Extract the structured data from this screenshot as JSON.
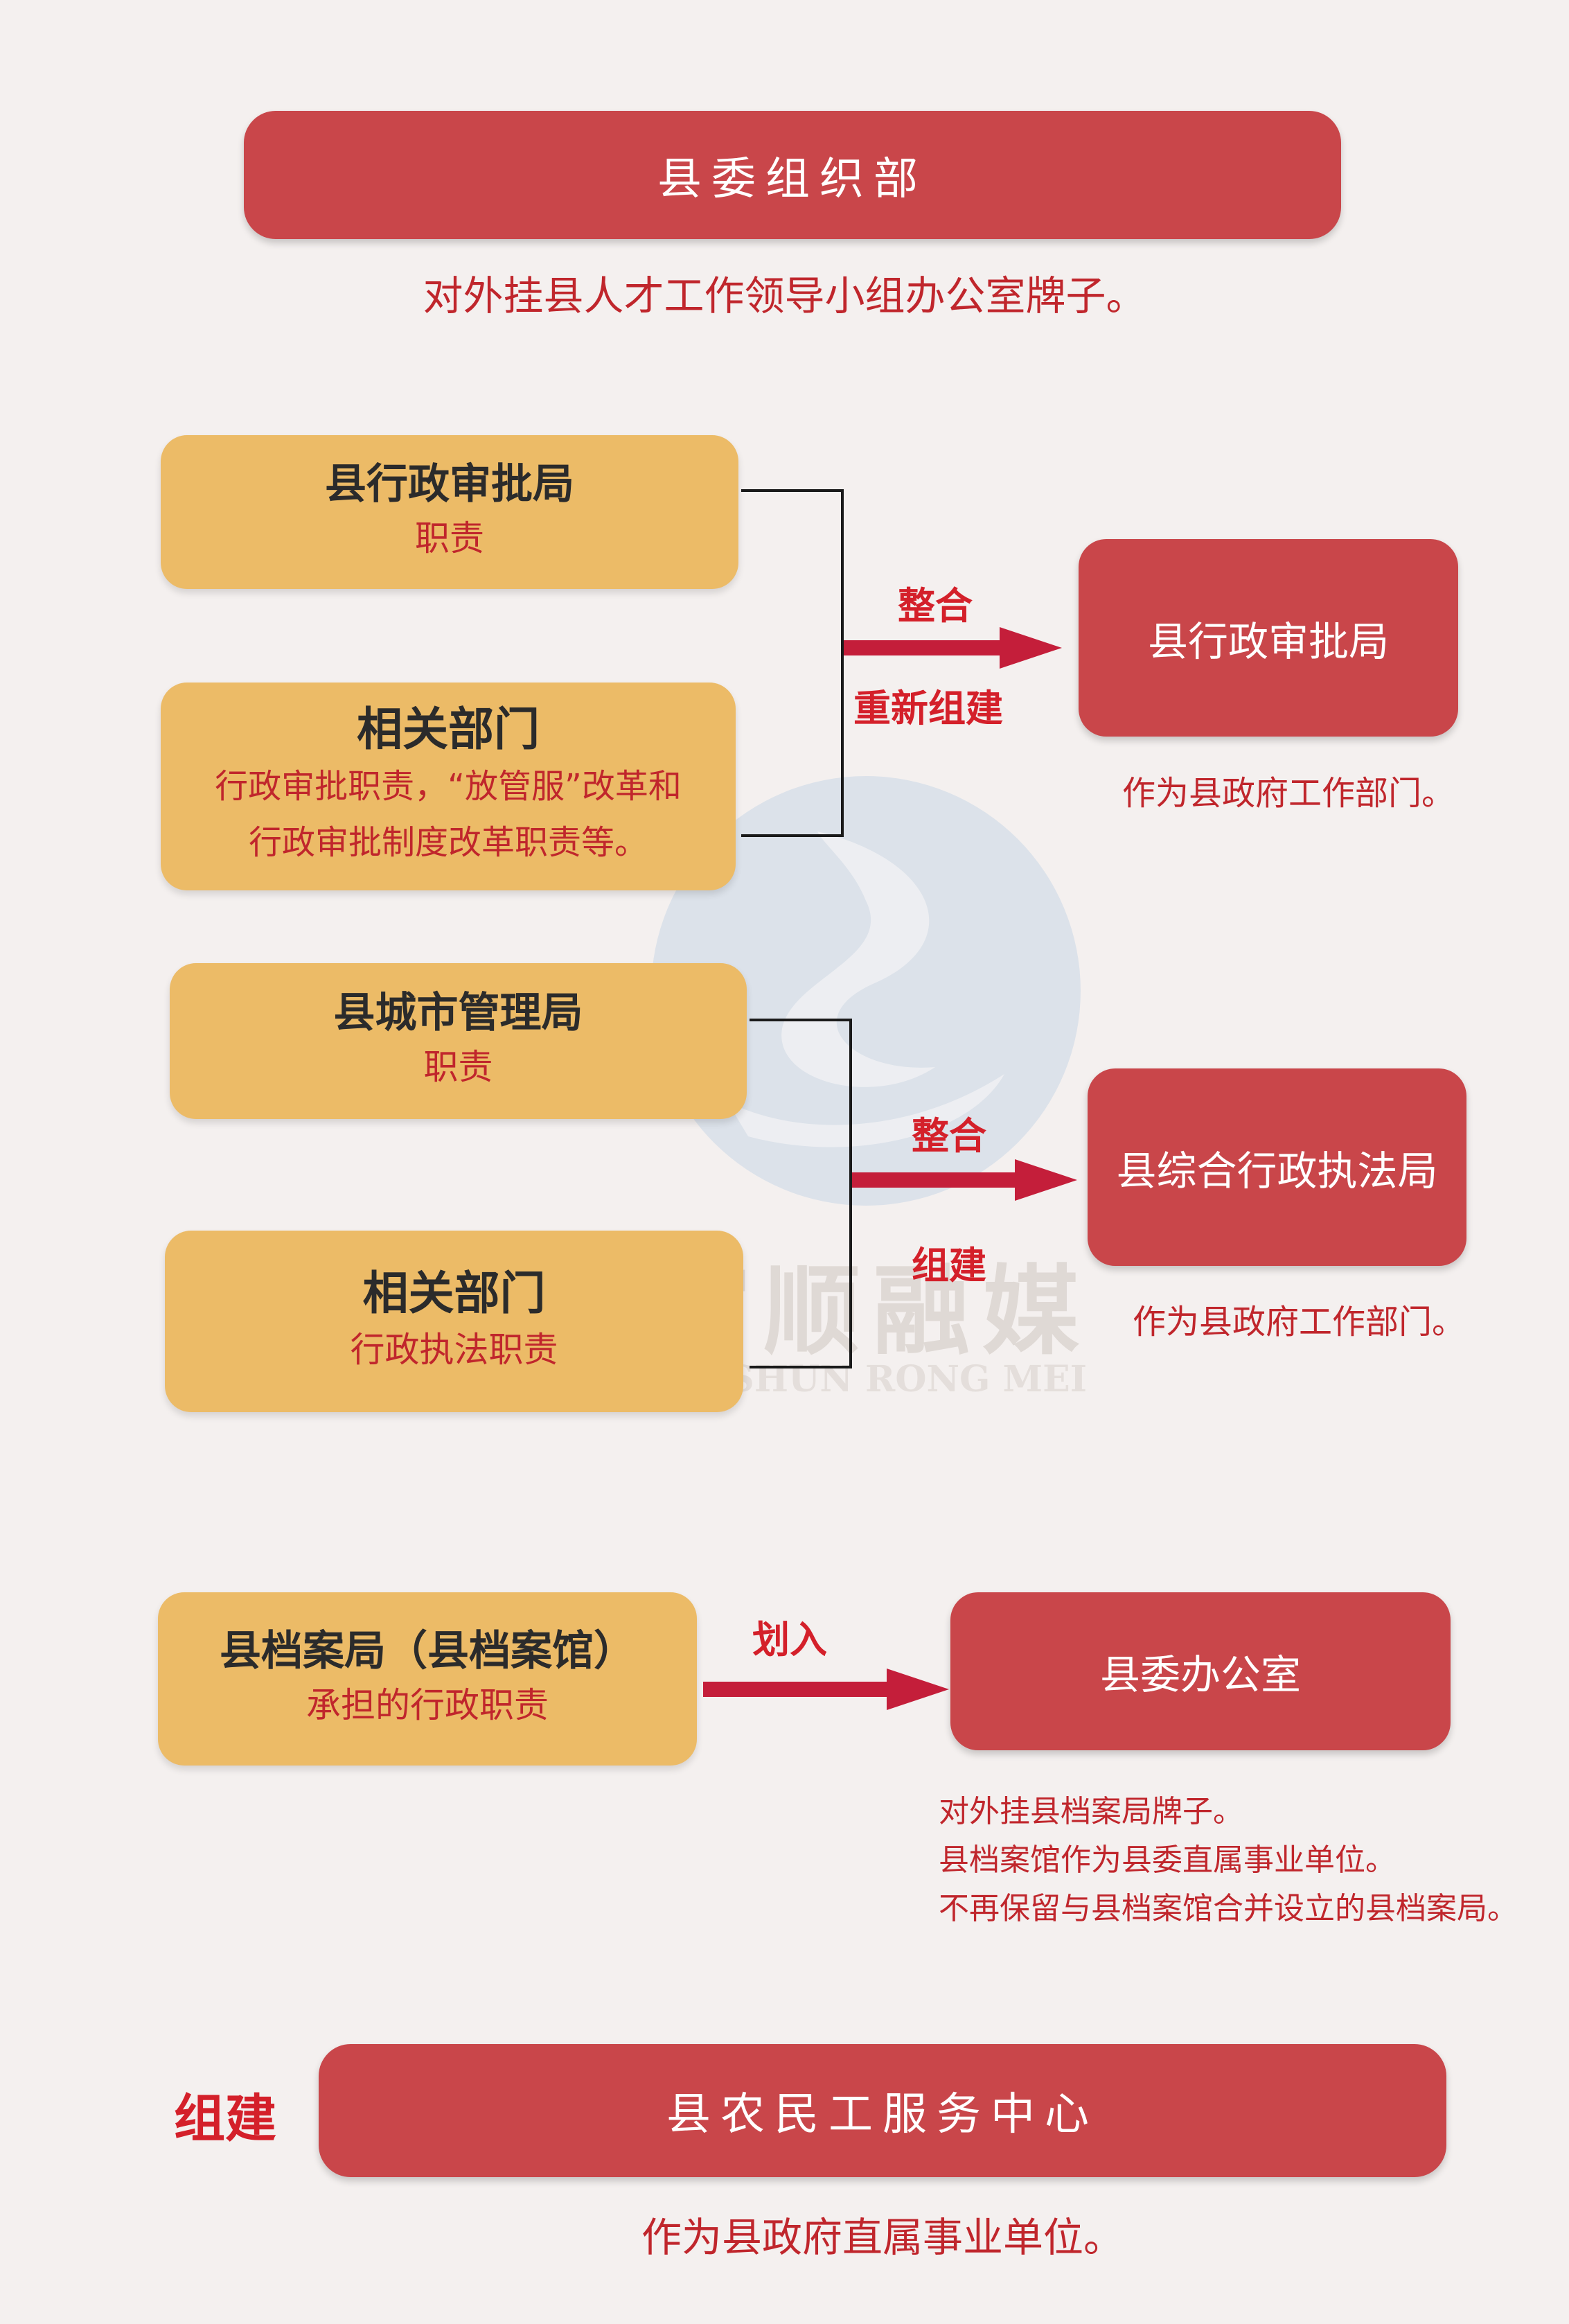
{
  "org": {
    "title": "县委组织部",
    "note": "对外挂县人才工作领导小组办公室牌子。"
  },
  "group1": {
    "source1": {
      "title": "县行政审批局",
      "sub": "职责"
    },
    "source2": {
      "title": "相关部门",
      "sub_line1": "行政审批职责，“放管服”改革和",
      "sub_line2": "行政审批制度改革职责等。"
    },
    "label_top": "整合",
    "label_bottom": "重新组建",
    "target": "县行政审批局",
    "target_note": "作为县政府工作部门。"
  },
  "group2": {
    "source1": {
      "title": "县城市管理局",
      "sub": "职责"
    },
    "source2": {
      "title": "相关部门",
      "sub": "行政执法职责"
    },
    "label_top": "整合",
    "label_bottom": "组建",
    "target": "县综合行政执法局",
    "target_note": "作为县政府工作部门。"
  },
  "group3": {
    "source": {
      "title": "县档案局（县档案馆）",
      "sub": "承担的行政职责"
    },
    "label": "划入",
    "target": "县委办公室",
    "notes": [
      "对外挂县档案局牌子。",
      "县档案馆作为县委直属事业单位。",
      "不再保留与县档案馆合并设立的县档案局。"
    ]
  },
  "group4": {
    "label": "组建",
    "title": "县农民工服务中心",
    "note": "作为县政府直属事业单位。"
  },
  "watermark": {
    "cn": "富顺融媒",
    "en": "FU SHUN RONG MEI"
  },
  "colors": {
    "red_box": "#c9464a",
    "yellow_box": "#ecbb67",
    "text_red": "#c0262c",
    "arrow_red": "#c41e3a"
  }
}
